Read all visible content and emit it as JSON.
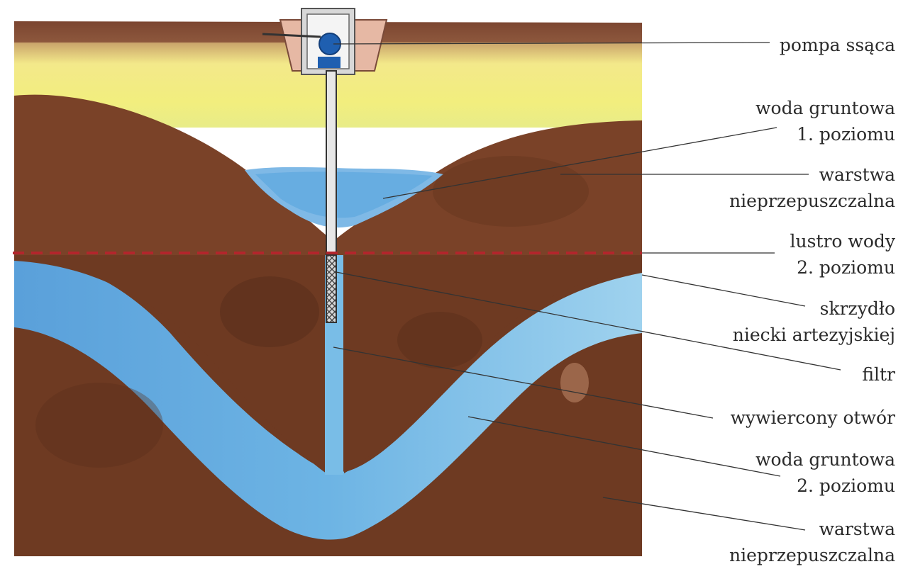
{
  "labels": {
    "pump": "pompa ssąca",
    "groundwater1_line1": "woda gruntowa",
    "groundwater1_line2": "1. poziomu",
    "impermeable_top_line1": "warstwa",
    "impermeable_top_line2": "nieprzepuszczalna",
    "water_table_line1": "lustro wody",
    "water_table_line2": "2. poziomu",
    "basin_wing_line1": "skrzydło",
    "basin_wing_line2": "niecki artezyjskiej",
    "filter": "filtr",
    "borehole": "wywiercony otwór",
    "groundwater2_line1": "woda gruntowa",
    "groundwater2_line2": "2. poziomu",
    "impermeable_bottom_line1": "warstwa",
    "impermeable_bottom_line2": "nieprzepuszczalna"
  },
  "colors": {
    "soil": "#7a4228",
    "soil_dark": "#5c2e1a",
    "soil_top": "#8c553a",
    "sand_yellow": "#f2ec7a",
    "water_light": "#8fcbe8",
    "water_blue": "#5aa6de",
    "pump_blue": "#1f5fb0",
    "dashed_line": "#b3252c",
    "leader_line": "#333333"
  }
}
